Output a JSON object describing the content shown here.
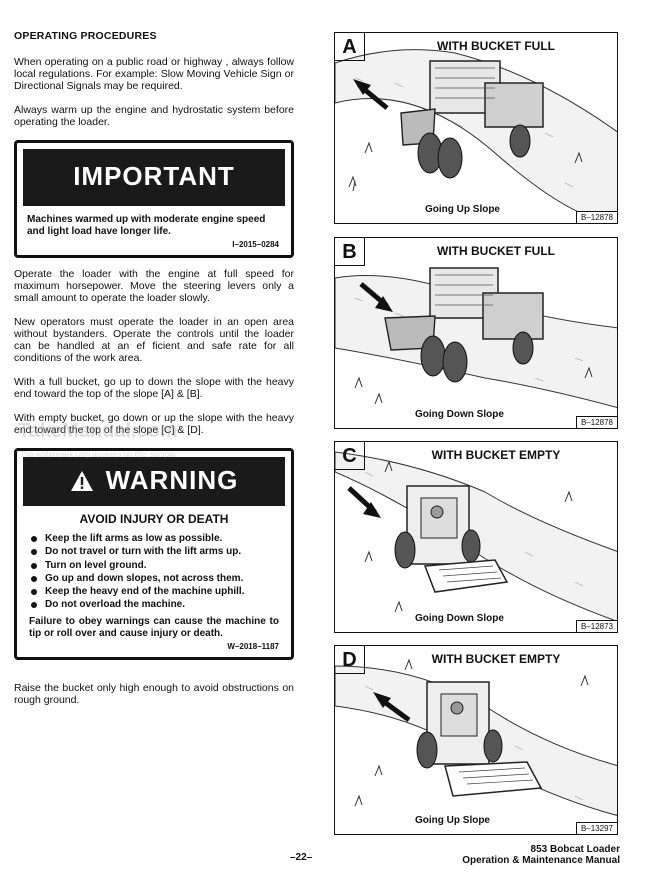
{
  "left": {
    "heading": "OPERATING PROCEDURES",
    "para1": "When operating on a public road or highway , always follow local regulations. For example: Slow Moving Vehicle Sign or Directional Signals may be required.",
    "para2": "Always warm up the engine and hydrostatic system before operating the loader.",
    "important": {
      "banner": "IMPORTANT",
      "body": "Machines warmed up with moderate engine speed and light load have longer life.",
      "code": "I–2015–0284"
    },
    "para3": "Operate the loader with the engine at full speed for maximum horsepower. Move the steering levers only a small amount to operate the loader slowly.",
    "para4": "New operators must operate the loader in an open area without bystanders. Operate the controls until the loader can be handled at an ef ficient and safe rate for all conditions of the work area.",
    "para5": "With a full bucket, go up to down the slope with the heavy end toward the top of the slope [A] & [B].",
    "para6": "With empty bucket, go down or up the slope with the heavy end toward the top of the slope [C] & [D].",
    "warning": {
      "banner": "WARNING",
      "subtitle": "AVOID INJURY OR DEATH",
      "bullets": [
        "Keep the lift arms as low as possible.",
        "Do not travel or turn with the lift arms up.",
        "Turn on level ground.",
        "Go up and down slopes, not across them.",
        "Keep the heavy end of the machine uphill.",
        "Do not overload the machine."
      ],
      "footer": "Failure to obey warnings can cause the machine to tip or roll over and cause injury or death.",
      "code": "W–2018–1187"
    },
    "para7": "Raise the bucket only high enough to avoid obstructions on rough ground."
  },
  "watermark": {
    "main": "TakeManual.com",
    "sub": "The watermark only appears on this sample"
  },
  "panels": [
    {
      "letter": "A",
      "title": "WITH BUCKET FULL",
      "caption": "Going Up Slope",
      "code": "B–12878"
    },
    {
      "letter": "B",
      "title": "WITH BUCKET FULL",
      "caption": "Going Down Slope",
      "code": "B–12878"
    },
    {
      "letter": "C",
      "title": "WITH BUCKET EMPTY",
      "caption": "Going Down Slope",
      "code": "B–12873"
    },
    {
      "letter": "D",
      "title": "WITH BUCKET EMPTY",
      "caption": "Going Up Slope",
      "code": "B–13297"
    }
  ],
  "footer": {
    "page": "–22–",
    "title_line1": "853 Bobcat Loader",
    "title_line2": "Operation & Maintenance Manual"
  }
}
